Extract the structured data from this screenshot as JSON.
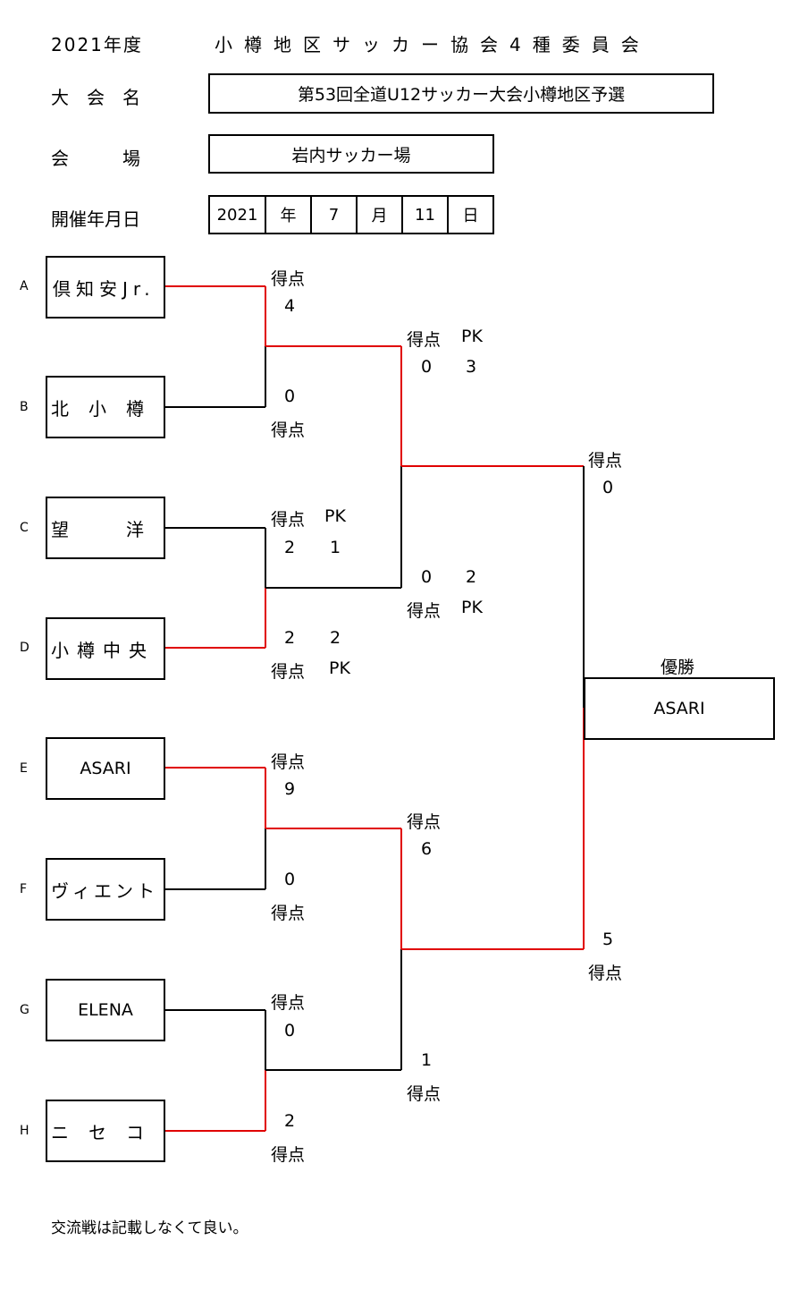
{
  "header": {
    "year_label": "2021年度",
    "committee": "小樽地区サッカー協会4種委員会"
  },
  "labels": {
    "tournament": "大　会　名",
    "venue": "会　　　場",
    "date": "開催年月日"
  },
  "tournament_name": "第53回全道U12サッカー大会小樽地区予選",
  "venue_name": "岩内サッカー場",
  "date": {
    "year": "2021",
    "year_unit": "年",
    "month": "7",
    "month_unit": "月",
    "day": "11",
    "day_unit": "日"
  },
  "teams": [
    {
      "slot": "A",
      "name": "倶知安Jr."
    },
    {
      "slot": "B",
      "name": "北　小　樽"
    },
    {
      "slot": "C",
      "name": "望　　　洋"
    },
    {
      "slot": "D",
      "name": "小樽中央"
    },
    {
      "slot": "E",
      "name": "ASARI"
    },
    {
      "slot": "F",
      "name": "ヴィエント"
    },
    {
      "slot": "G",
      "name": "ELENA"
    },
    {
      "slot": "H",
      "name": "ニ　セ　コ"
    }
  ],
  "score_labels": {
    "points": "得点",
    "pk": "PK"
  },
  "round1": [
    {
      "top": "4",
      "bottom": "0"
    },
    {
      "top": "2",
      "top_pk": "1",
      "bottom": "2",
      "bottom_pk": "2"
    },
    {
      "top": "9",
      "bottom": "0"
    },
    {
      "top": "0",
      "bottom": "2"
    }
  ],
  "semis": [
    {
      "top": "0",
      "top_pk": "3",
      "bottom": "0",
      "bottom_pk": "2"
    },
    {
      "top": "6",
      "bottom": "1"
    }
  ],
  "final": {
    "top": "0",
    "bottom": "5"
  },
  "champion": {
    "label": "優勝",
    "name": "ASARI"
  },
  "footnote": "交流戦は記載しなくて良い。",
  "colors": {
    "winner_line": "#e00000",
    "loser_line": "#000000"
  }
}
